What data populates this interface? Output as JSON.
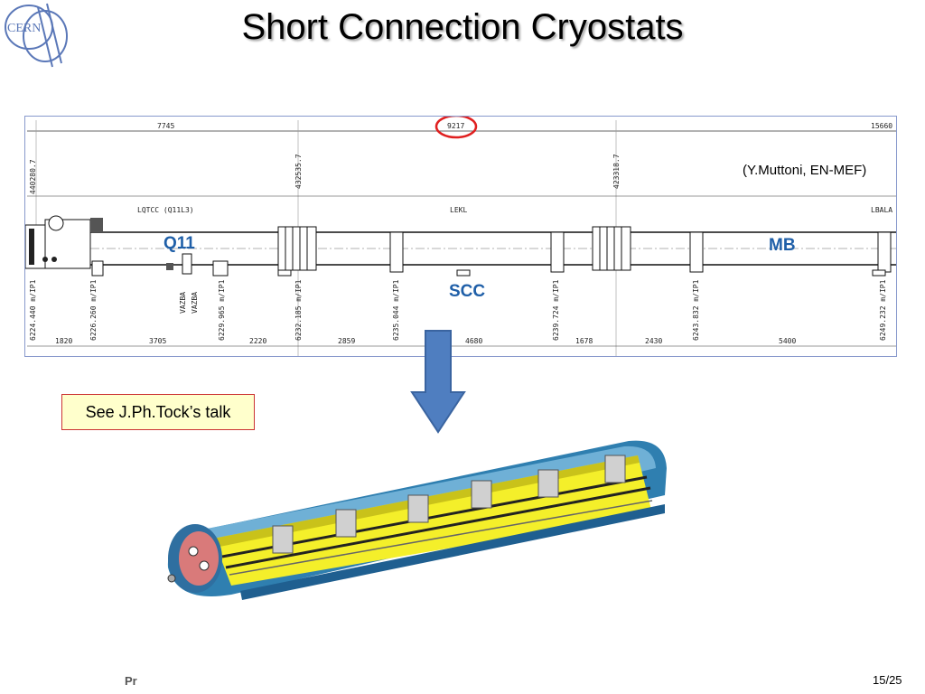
{
  "title": "Short Connection Cryostats",
  "logo": {
    "text": "CERN"
  },
  "drawing": {
    "top_dimensions": [
      "7745",
      "9217",
      "15660"
    ],
    "highlighted_dimension": "9217",
    "vertical_refs_top": [
      "440280.7",
      "432535.7",
      "423318.7"
    ],
    "section_labels": [
      "LQTCC (Q11L3)",
      "LEKL",
      "LBALA"
    ],
    "component_labels": [
      "Q11",
      "MB",
      "SCC"
    ],
    "valve_labels": [
      "VAZBA",
      "VAZBA"
    ],
    "position_labels": [
      "6224.440 m/IP1",
      "6226.260 m/IP1",
      "6229.965 m/IP1",
      "6232.185 m/IP1",
      "6235.044 m/IP1",
      "6239.724 m/IP1",
      "6243.832 m/IP1",
      "6249.232 m/IP1"
    ],
    "bottom_dimensions": [
      "1820",
      "3705",
      "2220",
      "2859",
      "4680",
      "1678",
      "2430",
      "5400"
    ],
    "credit": "(Y.Muttoni, EN-MEF)",
    "colors": {
      "highlight_circle": "#e02020",
      "component_label": "#1f5fa8"
    }
  },
  "callout": {
    "text": "See J.Ph.Tock’s talk"
  },
  "arrow": {
    "direction": "down",
    "color": "#4f7ec0"
  },
  "footer": {
    "left": "Pr",
    "page": "15/25"
  }
}
